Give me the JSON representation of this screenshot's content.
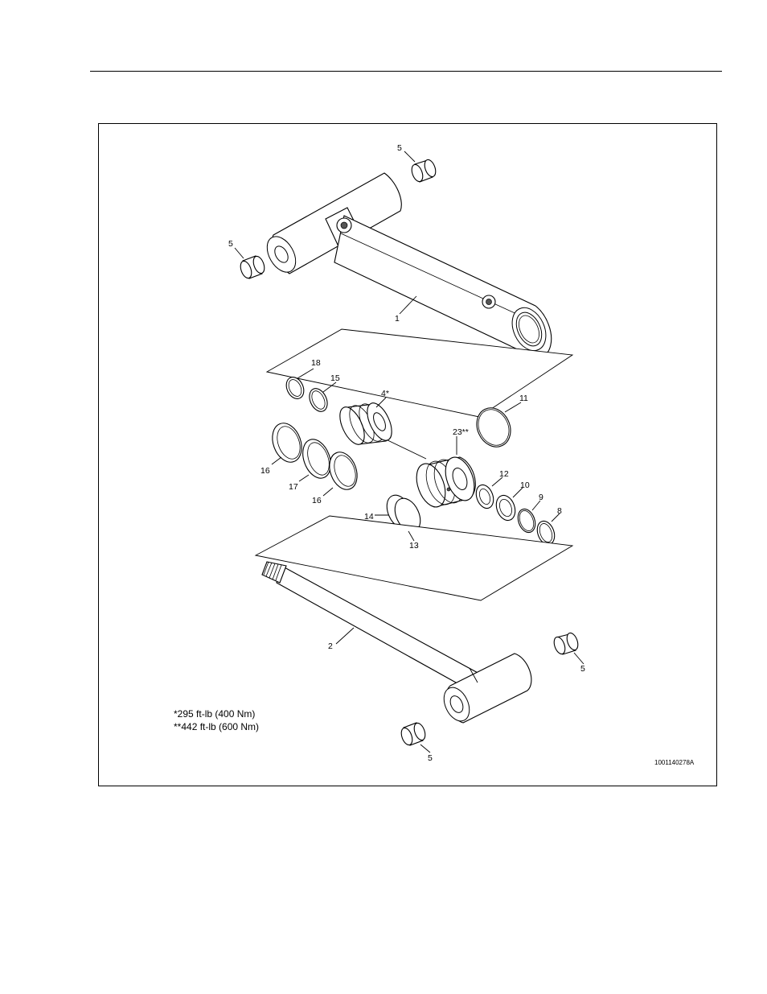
{
  "figure": {
    "figure_id": "1001140278A",
    "notes": [
      "*295 ft-lb (400 Nm)",
      "**442 ft-lb (600 Nm)"
    ],
    "callouts": {
      "c5_top": "5",
      "c5_left": "5",
      "c1": "1",
      "c18": "18",
      "c15": "15",
      "c4": "4*",
      "c11": "11",
      "c16_left": "16",
      "c17": "17",
      "c16_bottom": "16",
      "c23": "23**",
      "c12": "12",
      "c10": "10",
      "c9": "9",
      "c8": "8",
      "c14": "14",
      "c13": "13",
      "c2": "2",
      "c5_right": "5",
      "c5_bottom": "5"
    }
  }
}
